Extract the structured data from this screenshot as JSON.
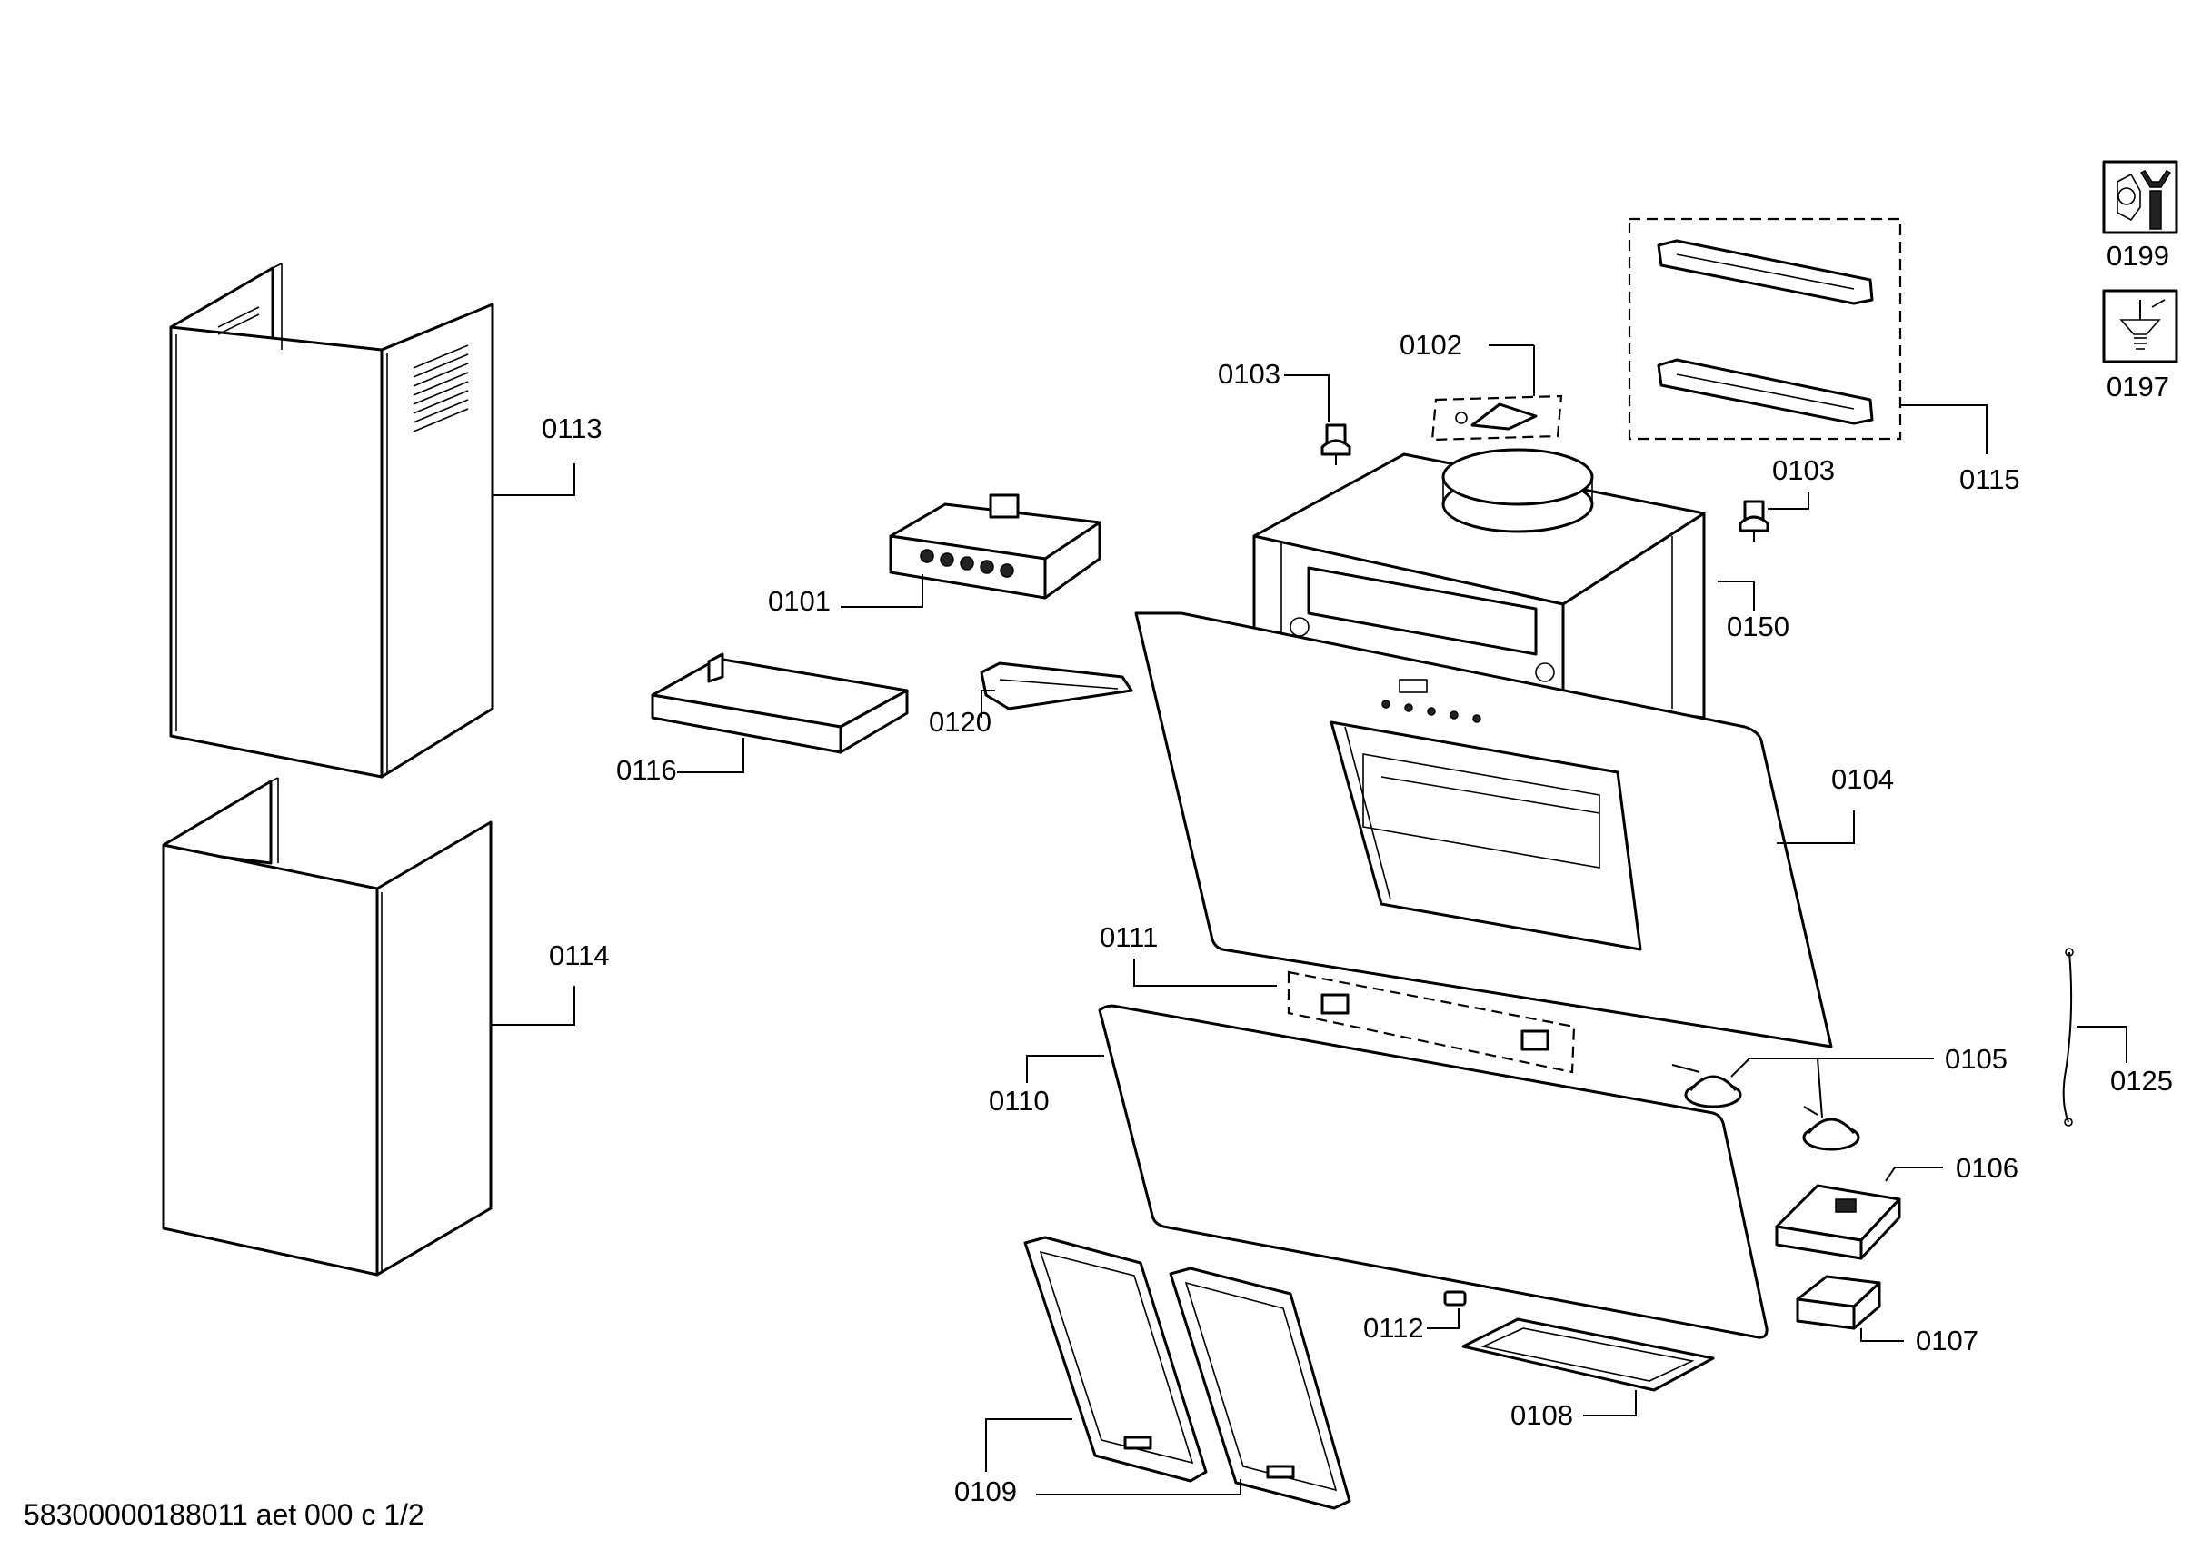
{
  "diagram": {
    "parts": {
      "p0101": "0101",
      "p0102": "0102",
      "p0103a": "0103",
      "p0103b": "0103",
      "p0104": "0104",
      "p0105": "0105",
      "p0106": "0106",
      "p0107": "0107",
      "p0108": "0108",
      "p0109": "0109",
      "p0110": "0110",
      "p0111": "0111",
      "p0112": "0112",
      "p0113": "0113",
      "p0114": "0114",
      "p0115": "0115",
      "p0116": "0116",
      "p0120": "0120",
      "p0125": "0125",
      "p0150": "0150",
      "p0197": "0197",
      "p0199": "0199"
    },
    "footer": "58300000188011 aet 000 c 1/2",
    "icons": {
      "p0199": "wrench-nut-icon",
      "p0197": "screw-icon"
    }
  }
}
